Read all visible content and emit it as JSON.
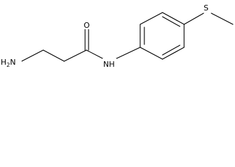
{
  "molecule": {
    "labels": {
      "amine": "H2N",
      "amine_main": "H",
      "amine_sub": "2",
      "amine_tail": "N",
      "carbonyl_oxygen": "O",
      "amide_nitrogen": "NH",
      "sulfur": "S"
    },
    "colors": {
      "bond": "#000000",
      "text": "#000000",
      "background": "#ffffff"
    }
  }
}
